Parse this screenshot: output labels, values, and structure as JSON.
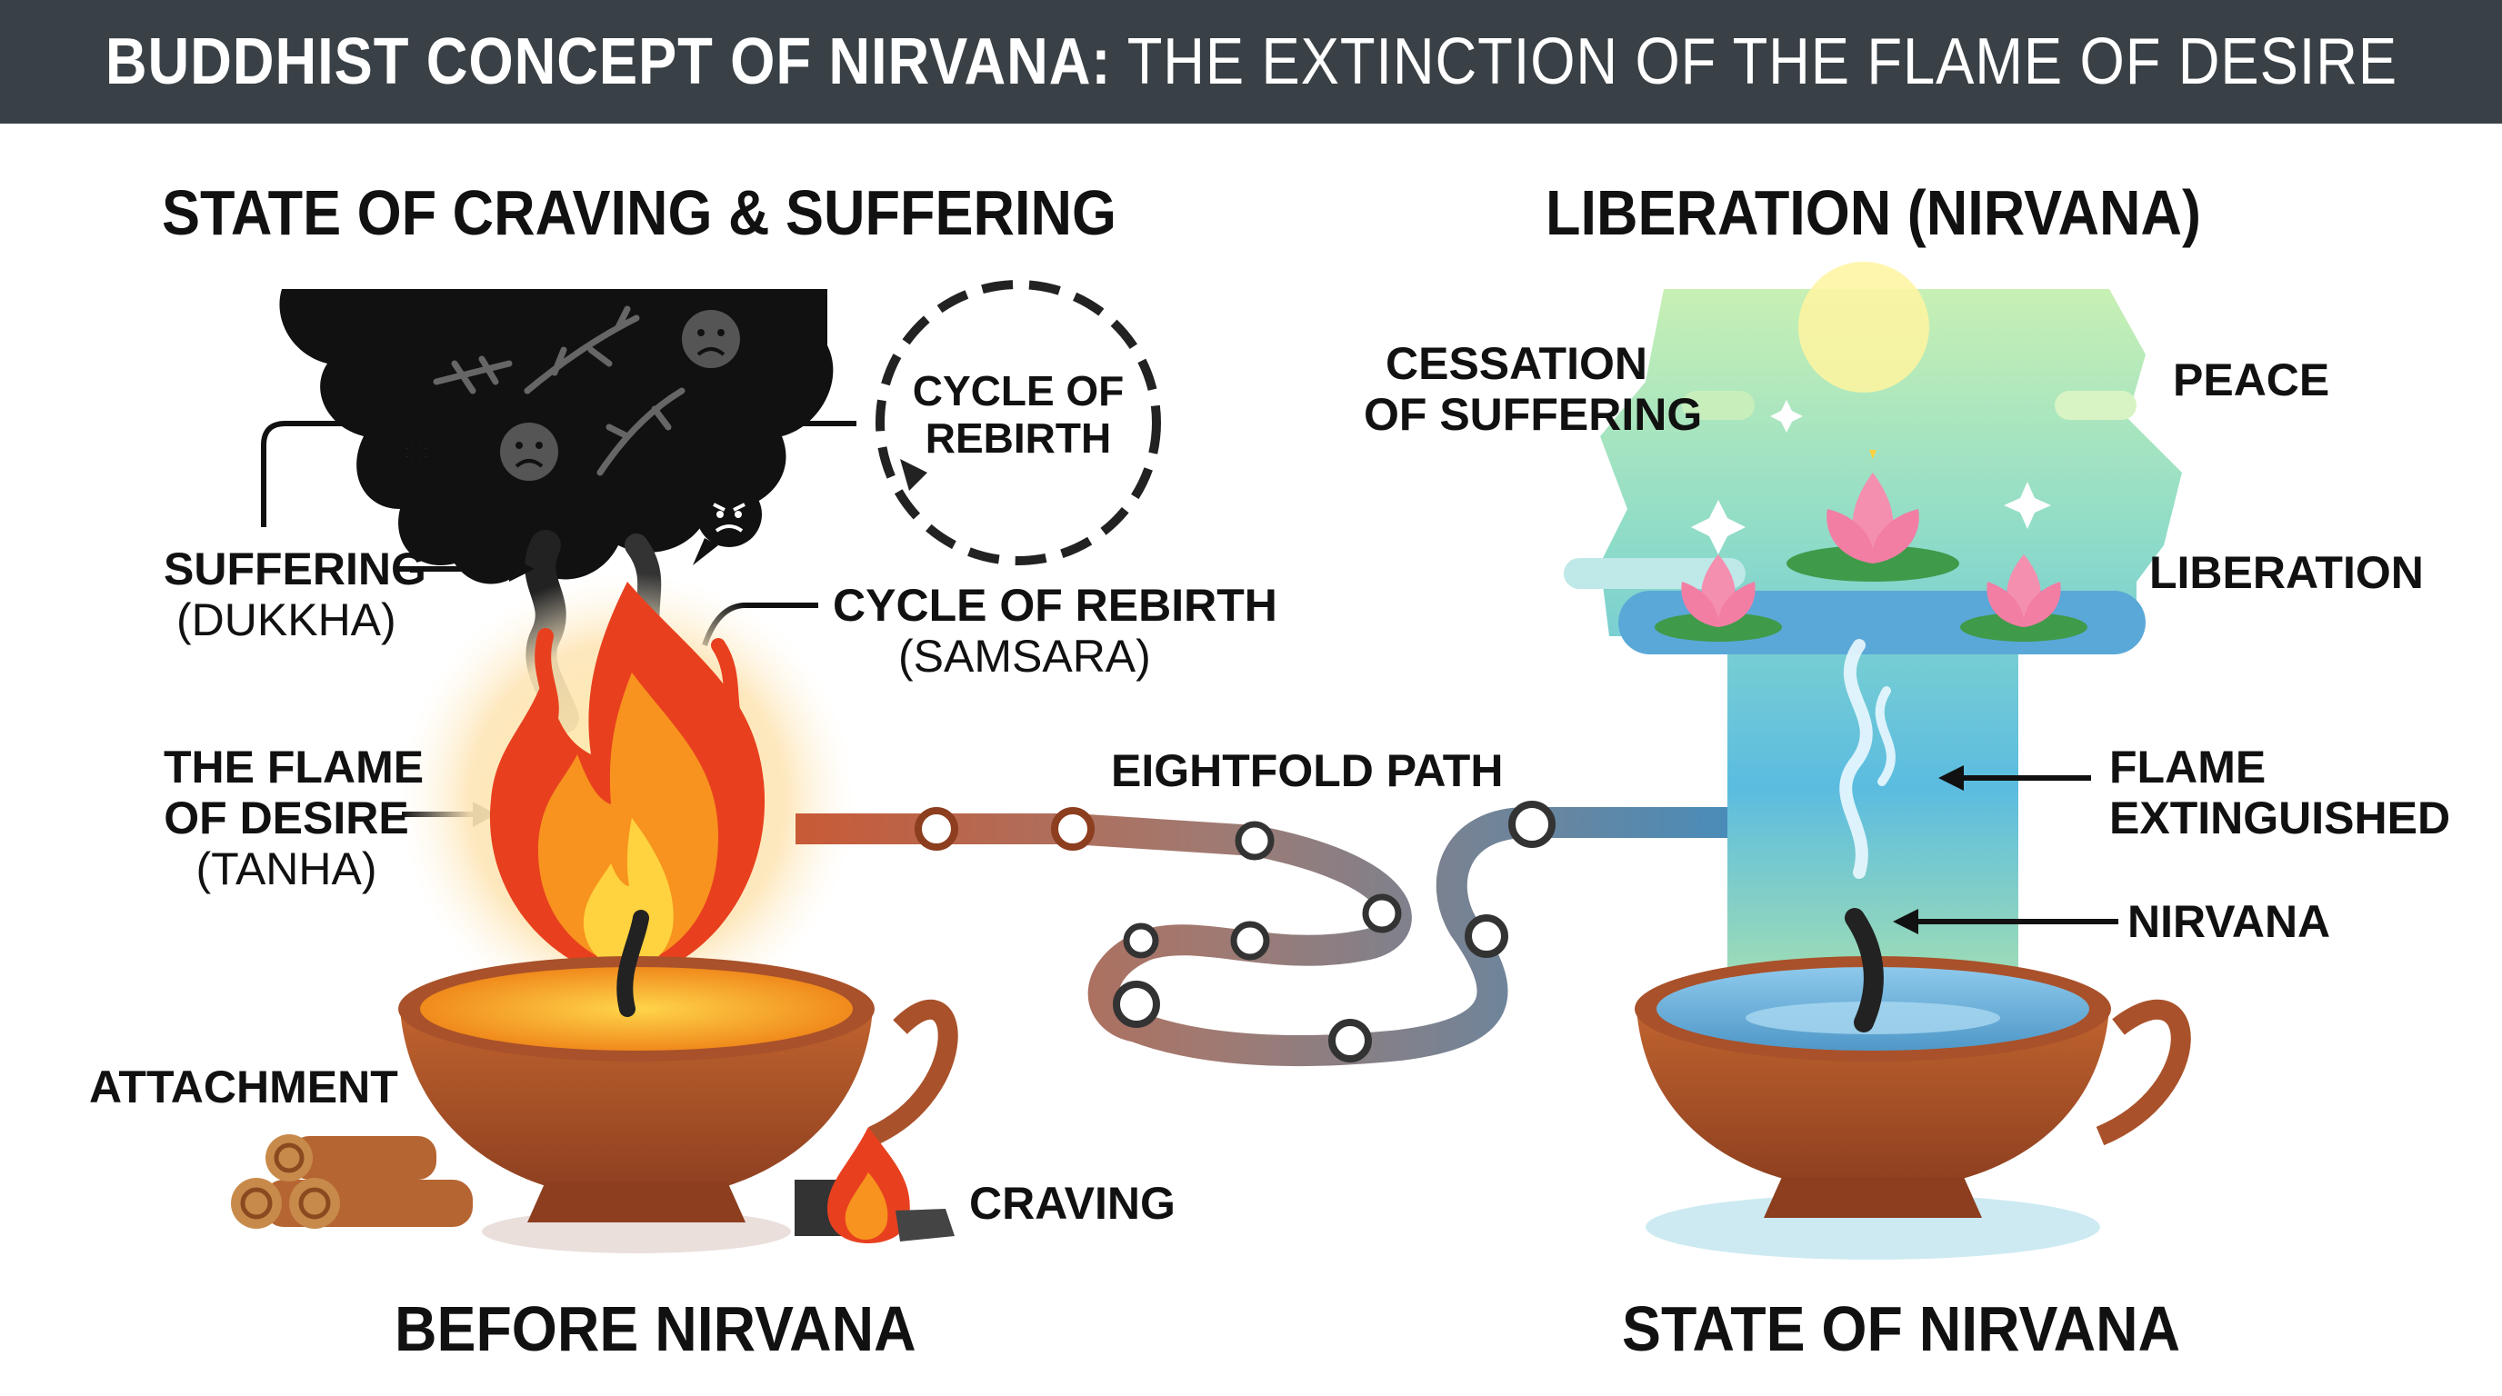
{
  "header": {
    "title_bold": "BUDDHIST CONCEPT OF NIRVANA:",
    "title_rest": " THE EXTINCTION OF THE FLAME OF DESIRE"
  },
  "left": {
    "heading": "STATE OF CRAVING & SUFFERING",
    "suffering": "SUFFERING",
    "suffering_sub": "(DUKKHA)",
    "cycle_circle_line1": "CYCLE OF",
    "cycle_circle_line2": "REBIRTH",
    "cycle": "CYCLE OF REBIRTH",
    "cycle_sub": "(SAMSARA)",
    "flame_line1": "THE FLAME",
    "flame_line2": "OF DESIRE",
    "flame_sub": "(TANHA)",
    "attachment": "ATTACHMENT",
    "craving": "CRAVING",
    "footer": "BEFORE NIRVANA"
  },
  "middle": {
    "path_label": "EIGHTFOLD PATH"
  },
  "right": {
    "heading": "LIBERATION (NIRVANA)",
    "cessation_line1": "CESSATION",
    "cessation_line2": "OF SUFFERING",
    "peace": "PEACE",
    "liberation": "LIBERATION",
    "extinguished_line1": "FLAME",
    "extinguished_line2": "EXTINGUISHED",
    "nirvana": "NIRVANA",
    "footer": "STATE OF NIRVANA"
  },
  "colors": {
    "header_bg": "#3a4146",
    "smoke": "#111111",
    "flame_red": "#e8401f",
    "flame_orange": "#f7931e",
    "flame_yellow": "#ffd23f",
    "bowl": "#a9512a",
    "water_blue": "#5aa8d8",
    "peace_green": "#a8e0b8"
  }
}
